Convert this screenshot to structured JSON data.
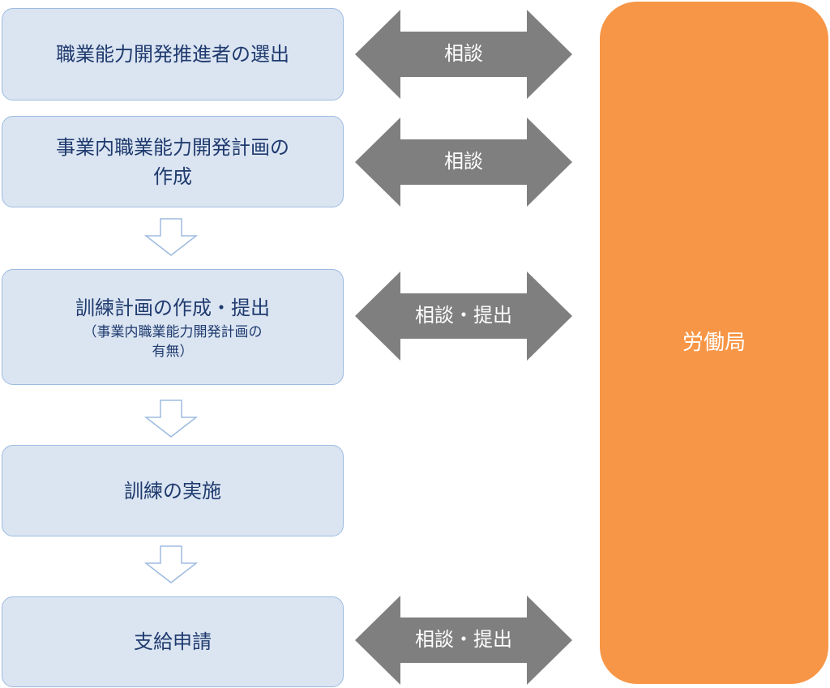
{
  "steps": [
    {
      "title": "職業能力開発推進者の選出",
      "sub": ""
    },
    {
      "title": "事業内職業能力開発計画の\n作成",
      "sub": ""
    },
    {
      "title": "訓練計画の作成・提出",
      "sub": "（事業内職業能力開発計画の\n有無）"
    },
    {
      "title": "訓練の実施",
      "sub": ""
    },
    {
      "title": "支給申請",
      "sub": ""
    }
  ],
  "connectors": [
    {
      "label": "相談"
    },
    {
      "label": "相談"
    },
    {
      "label": "相談・提出"
    },
    {
      "label": "相談・提出"
    }
  ],
  "office": {
    "label": "労働局"
  },
  "colors": {
    "step_fill": "#dbe5f2",
    "step_border": "#9dbbe0",
    "step_text": "#1f3a6e",
    "connector_fill": "#7f7f7f",
    "office_fill": "#f79646",
    "down_arrow_stroke": "#9dbbe0"
  },
  "icons": {
    "down_arrow": "down-outline-arrow-icon",
    "double_arrow": "left-right-double-arrow-icon"
  }
}
